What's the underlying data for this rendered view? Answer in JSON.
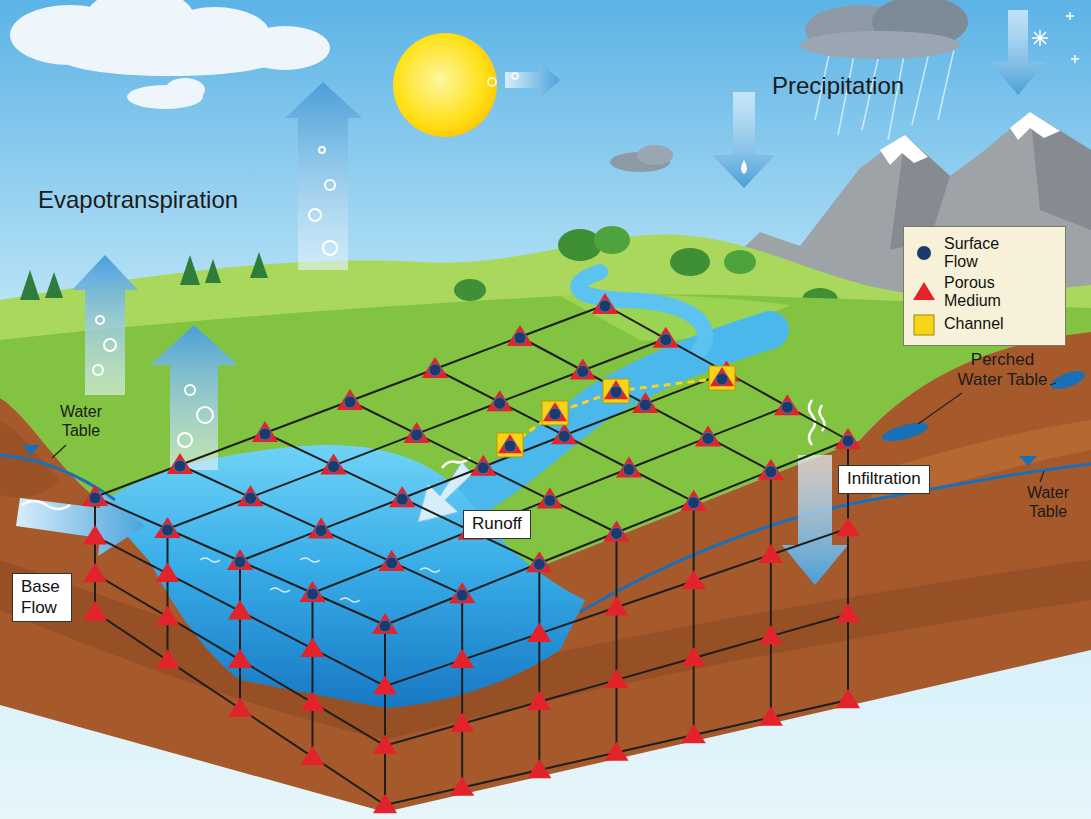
{
  "diagram": {
    "nodes": [
      {
        "text": [
          "Infiltration"
        ]
      },
      {
        "text": [
          "Runoff"
        ]
      },
      {
        "text": [
          "Base Flow"
        ]
      }
    ],
    "labels": [
      "Evapotranspiration",
      "Precipitation",
      "Perched Water Table",
      "Water Table",
      "Water Table"
    ],
    "legend": [
      {
        "text": "Surface Flow",
        "color": "#1c3a6b"
      },
      {
        "text": "Porous Medium",
        "color": "#e3232c"
      },
      {
        "text": "Channel",
        "color": "#f7d417"
      }
    ]
  }
}
